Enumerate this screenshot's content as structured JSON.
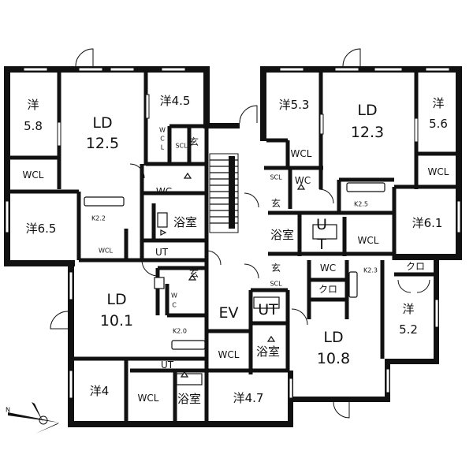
{
  "compass": {
    "label": "N"
  },
  "units": {
    "top_left": {
      "yo_a": "洋",
      "yo_a_size": "5.8",
      "ld": "LD",
      "ld_size": "12.5",
      "yo_b": "洋4.5",
      "wcl_side": [
        "W",
        "C",
        "L"
      ],
      "wcl_a": "WCL",
      "yo_c": "洋6.5",
      "kitchen": "K2.2",
      "wcl_b": "WCL",
      "scl": "SCL",
      "genkan": "玄",
      "wc": "WC",
      "bath": "浴室",
      "ut": "UT"
    },
    "top_right": {
      "yo_a": "洋5.3",
      "ld": "LD",
      "ld_size": "12.3",
      "yo_b": "洋",
      "yo_b_size": "5.6",
      "wcl_a": "WCL",
      "wcl_b": "WCL",
      "scl": "SCL",
      "wc": "WC",
      "genkan": "玄",
      "kitchen": "K2.5",
      "bath": "浴室",
      "ut_u": "U",
      "ut_t": "T",
      "wcl_c": "WCL",
      "yo_c": "洋6.1"
    },
    "bottom_left": {
      "ld": "LD",
      "ld_size": "10.1",
      "genkan": "玄",
      "wc_side": [
        "W",
        "C"
      ],
      "kitchen": "K2.0",
      "ut": "UT",
      "yo": "洋4",
      "wcl": "WCL",
      "bath": "浴室"
    },
    "bottom_right": {
      "genkan": "玄",
      "scl": "SCL",
      "wc": "WC",
      "kuro_a": "クロ",
      "kitchen": "K2.3",
      "kuro_b": "クロ",
      "yo_a": "洋",
      "yo_a_size": "5.2",
      "ut": "UT",
      "bath": "浴室",
      "ld": "LD",
      "ld_size": "10.8",
      "wcl": "WCL",
      "yo_b": "洋4.7"
    }
  },
  "core": {
    "elevator": "EV"
  }
}
